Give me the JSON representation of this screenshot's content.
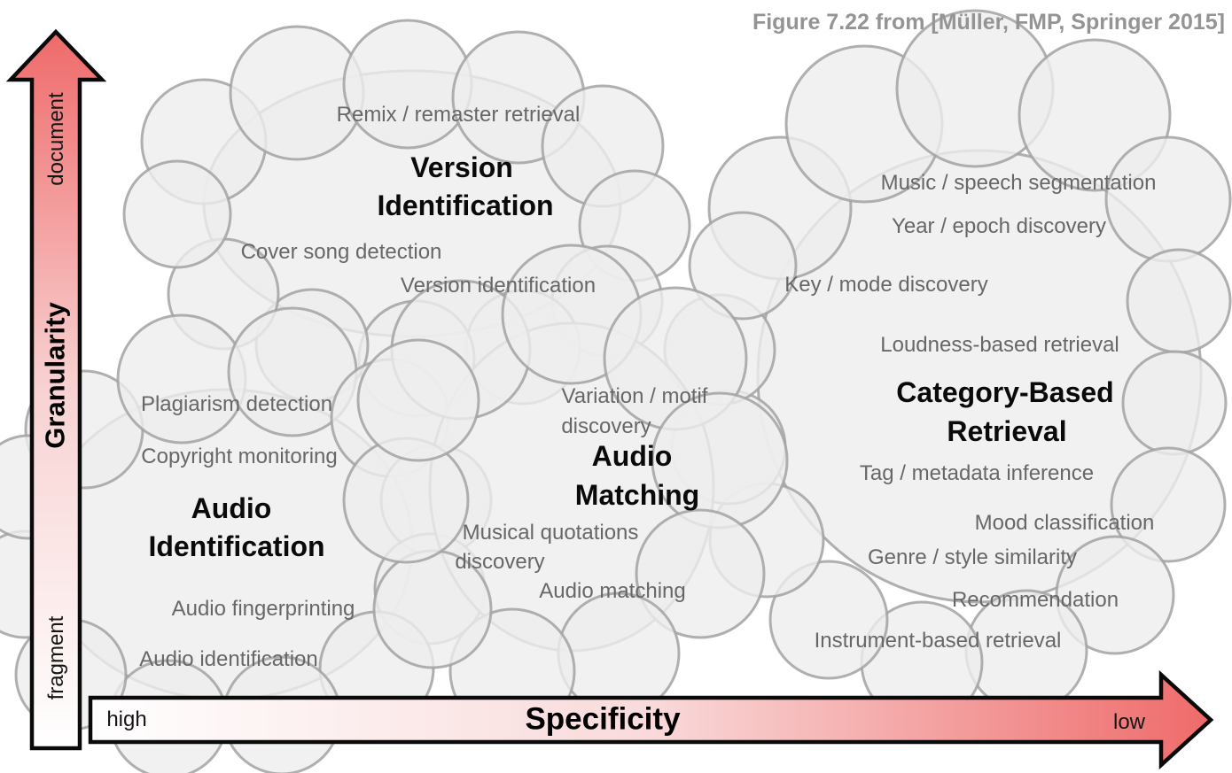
{
  "caption": "Figure 7.22 from [Müller, FMP, Springer 2015]",
  "axes": {
    "vertical": {
      "label": "Granularity",
      "top_end": "document",
      "bottom_end": "fragment"
    },
    "horizontal": {
      "label": "Specificity",
      "left_end": "high",
      "right_end": "low"
    }
  },
  "clouds": [
    {
      "id": "version-identification",
      "heading": [
        "Version",
        "Identification"
      ],
      "items": [
        [
          "Remix / remaster retrieval"
        ],
        [
          "Cover song detection"
        ],
        [
          "Version identification"
        ]
      ]
    },
    {
      "id": "audio-identification",
      "heading": [
        "Audio",
        "Identification"
      ],
      "items": [
        [
          "Plagiarism detection"
        ],
        [
          "Copyright monitoring"
        ],
        [
          "Audio fingerprinting"
        ],
        [
          "Audio identification"
        ]
      ]
    },
    {
      "id": "audio-matching",
      "heading": [
        "Audio",
        "Matching"
      ],
      "items": [
        [
          "Variation / motif",
          "discovery"
        ],
        [
          "Musical quotations",
          "discovery"
        ],
        [
          "Audio matching"
        ]
      ]
    },
    {
      "id": "category-based-retrieval",
      "heading": [
        "Category-Based",
        "Retrieval"
      ],
      "items": [
        [
          "Music / speech segmentation"
        ],
        [
          "Year / epoch discovery"
        ],
        [
          "Key / mode discovery"
        ],
        [
          "Loudness-based retrieval"
        ],
        [
          "Tag / metadata inference"
        ],
        [
          "Mood classification"
        ],
        [
          "Genre / style similarity"
        ],
        [
          "Recommendation"
        ],
        [
          "Instrument-based retrieval"
        ]
      ]
    }
  ],
  "colors": {
    "arrow_red": "#ef6a6a",
    "arrow_outline": "#0a0a0a",
    "cloud_fill": "#ededed",
    "cloud_stroke": "#a2a2a2",
    "item_text": "#676767",
    "heading_text": "#0a0a0a",
    "caption_text": "#949494"
  }
}
